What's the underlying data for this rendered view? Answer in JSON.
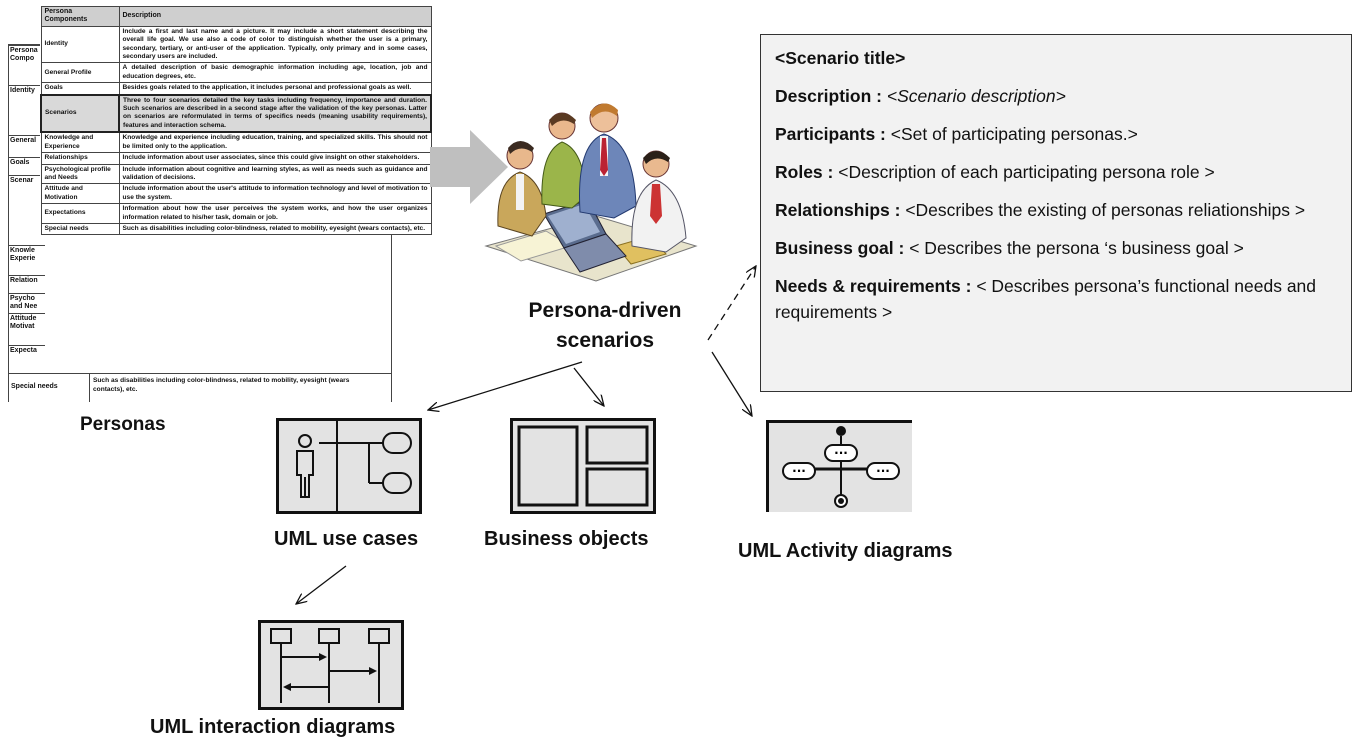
{
  "personas_table": {
    "headers": [
      "Persona Components",
      "Description"
    ],
    "rows": [
      {
        "component": "Identity",
        "description": "Include a first and last name and a picture. It may include a short statement describing the overall life goal. We use also a code of color to distinguish whether the user is a primary, secondary, tertiary, or anti-user of the application. Typically, only primary and in some cases, secondary users are included."
      },
      {
        "component": "General Profile",
        "description": "A detailed description of basic demographic information including age, location, job and education degrees, etc."
      },
      {
        "component": "Goals",
        "description": "Besides goals related to the application, it includes personal and professional goals as well."
      },
      {
        "component": "Scenarios",
        "description": "Three to four scenarios detailed the key tasks including frequency, importance and duration. Such scenarios are described in a second stage after the validation of the key personas. Latter on scenarios are reformulated in terms of specifics needs (meaning usability requirements), features and interaction schema."
      },
      {
        "component": "Knowledge and Experience",
        "description": "Knowledge and experience including education, training, and specialized skills. This should not be limited only to the application."
      },
      {
        "component": "Relationships",
        "description": "Include information about user associates, since this could give insight on other stakeholders."
      },
      {
        "component": "Psychological profile and Needs",
        "description": "Include information about cognitive and learning styles, as well as needs such as guidance and validation of decisions."
      },
      {
        "component": "Attitude and Motivation",
        "description": "Include information about the user's attitude to information technology and level of motivation to use the system."
      },
      {
        "component": "Expectations",
        "description": "Information about how the user perceives the system works, and how the user organizes information related to his/her task, domain or job."
      },
      {
        "component": "Special needs",
        "description": "Such as disabilities including color-blindness, related to mobility, eyesight (wears contacts), etc."
      }
    ],
    "back_labels": [
      "Persona Compo",
      "Identity",
      "General",
      "Goals",
      "Scenar",
      "Knowle Experie",
      "Relation",
      "Psycho and Nee",
      "Attitude Motivat",
      "Expecta"
    ],
    "back_last": {
      "component": "Special needs",
      "description": "Such as disabilities including color-blindness, related to mobility, eyesight (wears contacts), etc."
    }
  },
  "labels": {
    "personas": "Personas",
    "persona_driven_line1": "Persona-driven",
    "persona_driven_line2": "scenarios",
    "uml_use_cases": "UML use cases",
    "business_objects": "Business objects",
    "uml_activity": "UML Activity diagrams",
    "uml_interaction": "UML  interaction diagrams"
  },
  "scenario_template": {
    "title": "<Scenario title>",
    "description_label": "Description :",
    "description_value": "<Scenario description>",
    "participants_label": "Participants :",
    "participants_value": "<Set of participating personas.>",
    "roles_label": "Roles :",
    "roles_value": "<Description of each participating persona role >",
    "relationships_label": "Relationships :",
    "relationships_value": "<Describes the existing of personas reliationships >",
    "business_goal_label": "Business goal :",
    "business_goal_value": "< Describes the persona ‘s business goal >",
    "needs_label": "Needs & requirements :",
    "needs_value": "< Describes persona’s functional needs and requirements >"
  },
  "colors": {
    "arrow_fill": "#bfbfbf",
    "icon_bg": "#e3e3e3",
    "template_bg": "#f2f2f2",
    "table_header": "#cfcfcf"
  },
  "icons": [
    "people-clipart-icon",
    "use-case-icon",
    "business-objects-icon",
    "activity-diagram-icon",
    "interaction-diagram-icon"
  ]
}
